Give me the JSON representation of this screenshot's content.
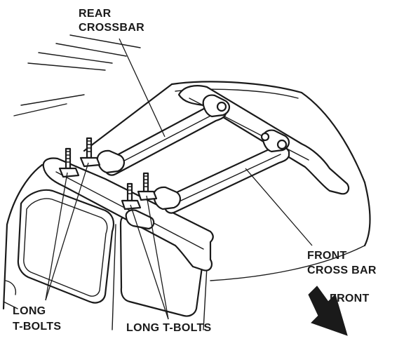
{
  "labels": {
    "rear_crossbar_line1": "REAR",
    "rear_crossbar_line2": "CROSSBAR",
    "front_crossbar_line1": "FRONT",
    "front_crossbar_line2": "CROSS BAR",
    "front_direction": "FRONT",
    "long_tbolts_left_line1": "LONG",
    "long_tbolts_left_line2": "T-BOLTS",
    "long_tbolts_center": "LONG T-BOLTS"
  },
  "colors": {
    "ink": "#1a1a1a",
    "background": "#ffffff"
  }
}
